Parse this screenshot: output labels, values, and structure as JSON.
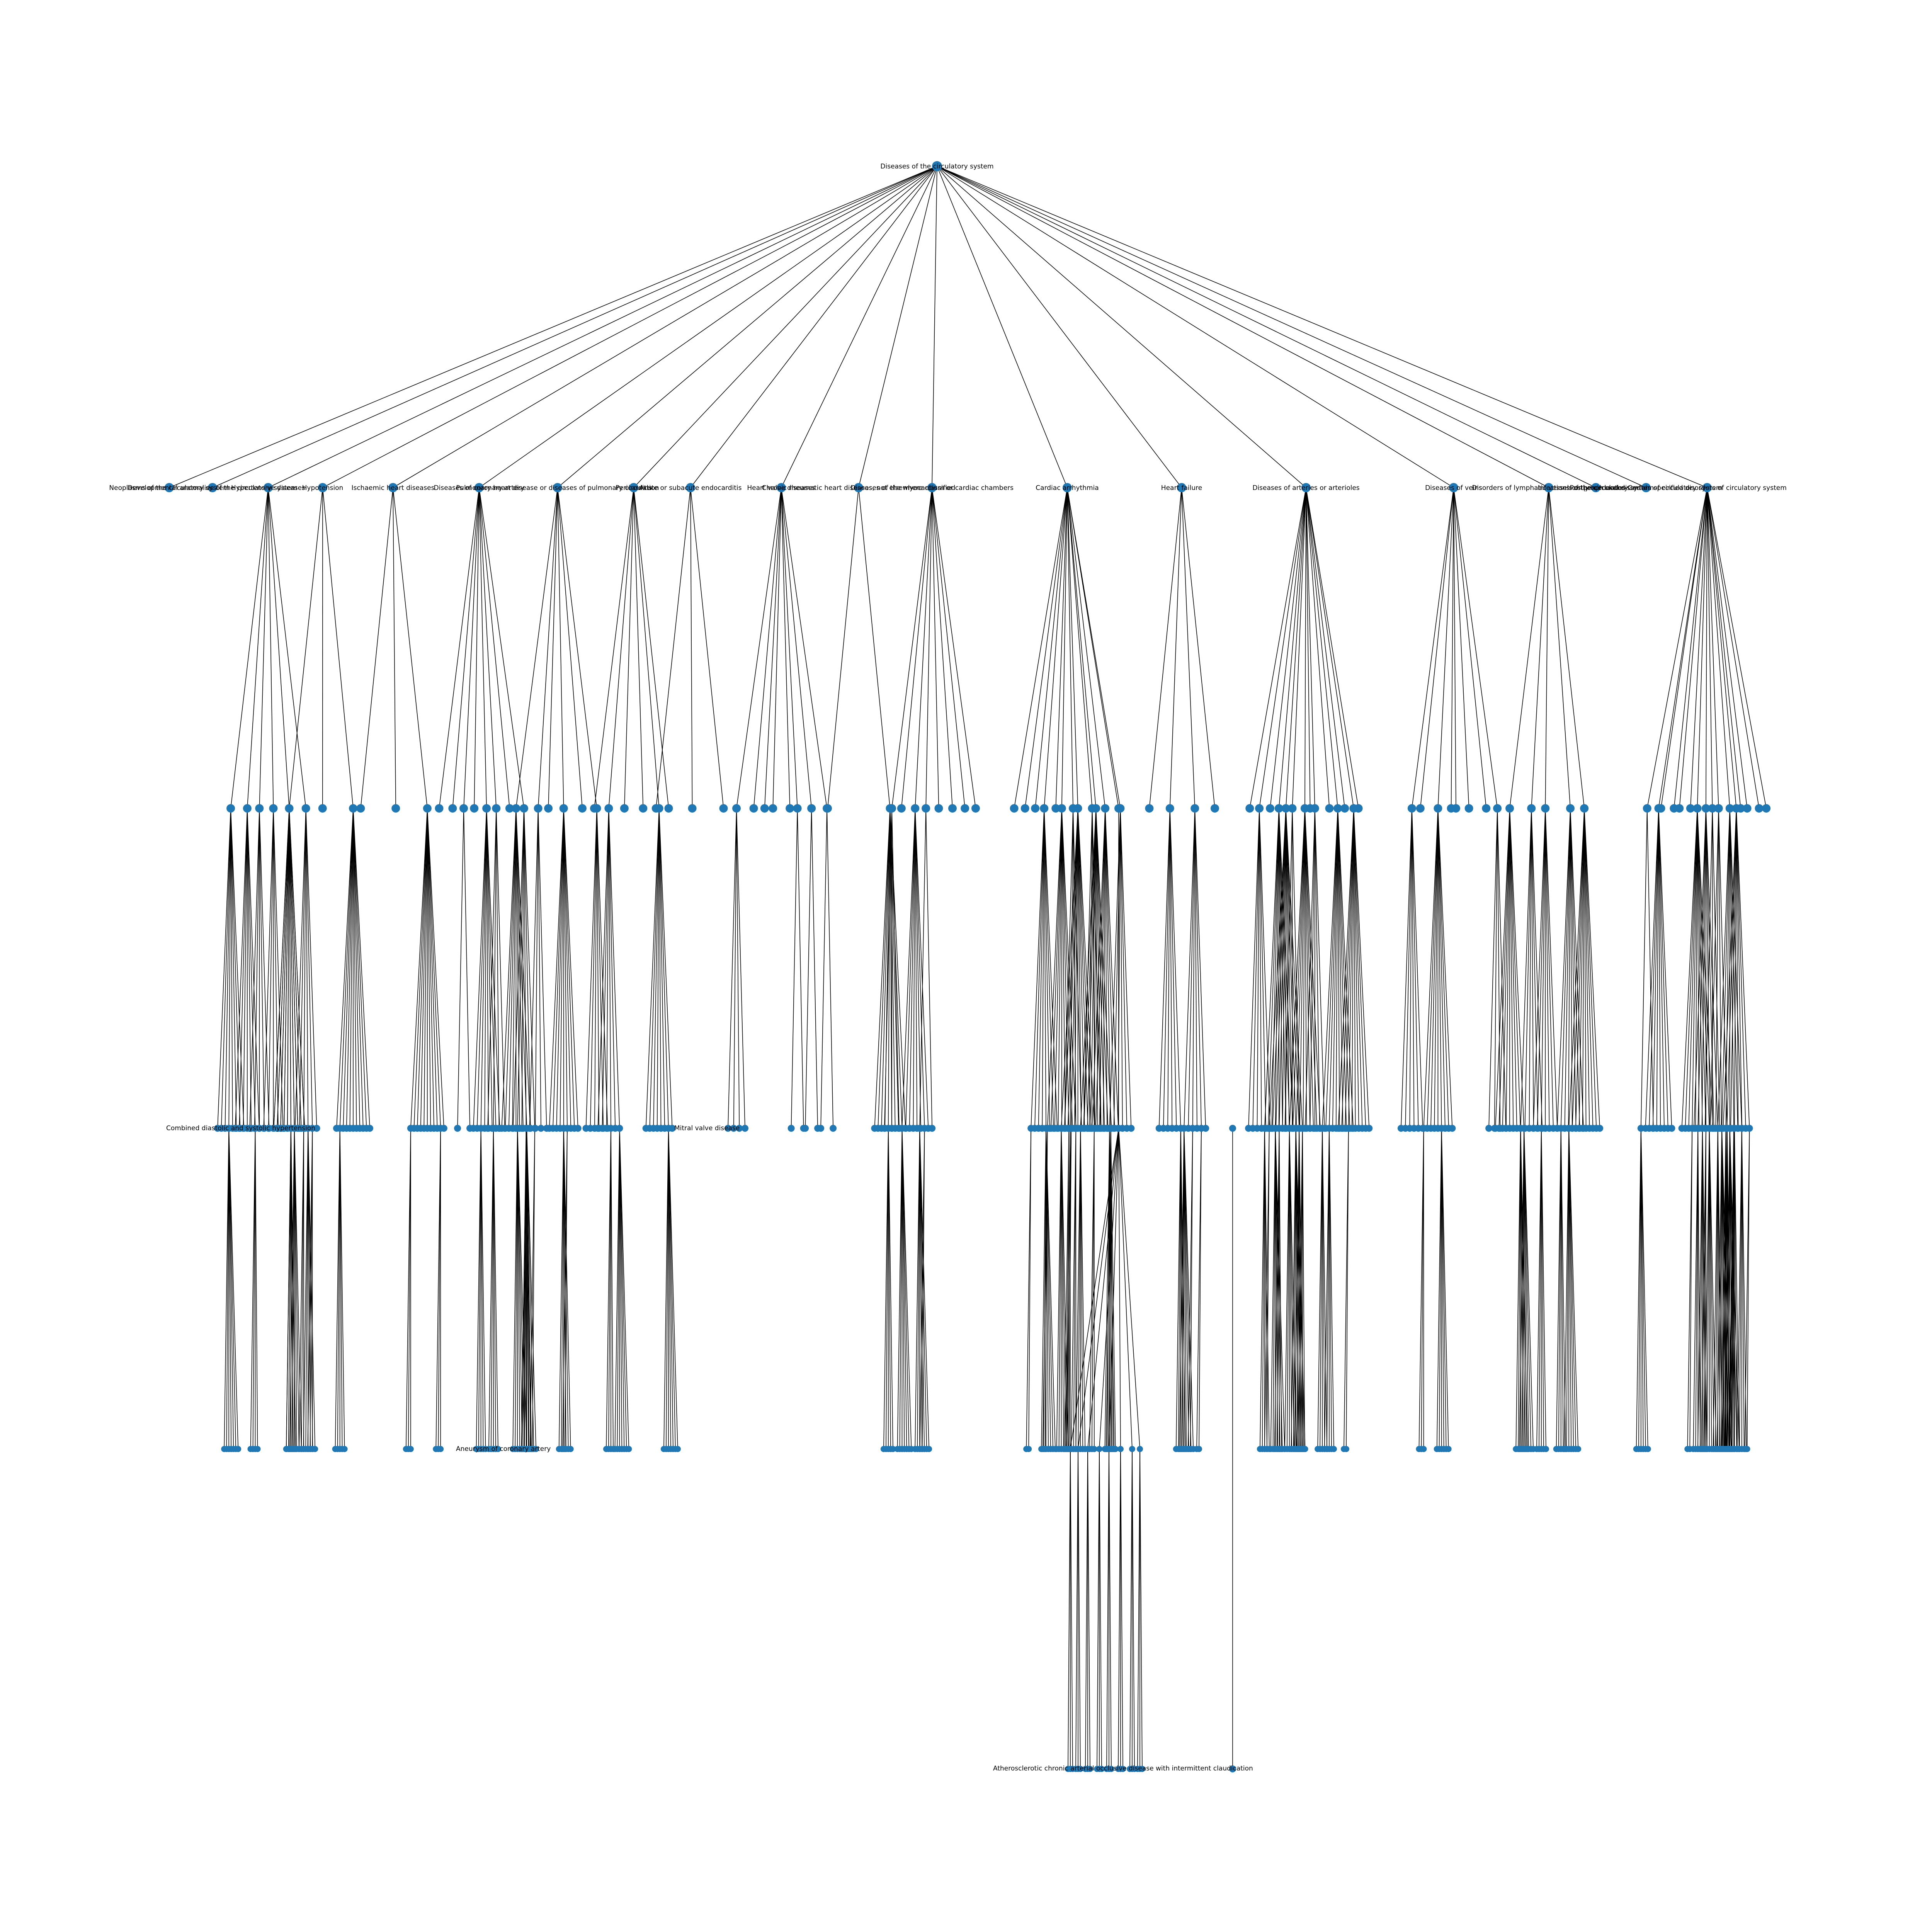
{
  "diagram": {
    "type": "tree",
    "root": {
      "label": "Diseases of the circulatory system",
      "children": [
        {
          "label": "Neoplasms of the circulatory system",
          "child_count": 0
        },
        {
          "label": "Developmental anomalies of the circulatory system",
          "child_count": 0
        },
        {
          "label": "Hypertensive diseases",
          "child_count": 6
        },
        {
          "label": "Hypotension",
          "child_count": 3
        },
        {
          "label": "Ischaemic heart diseases",
          "child_count": 3
        },
        {
          "label": "Diseases of coronary artery",
          "child_count": 8
        },
        {
          "label": "Pulmonary heart disease or diseases of pulmonary circulation",
          "child_count": 6
        },
        {
          "label": "Pericarditis",
          "child_count": 6
        },
        {
          "label": "Acute or subacute endocarditis",
          "child_count": 3
        },
        {
          "label": "Heart valve diseases",
          "child_count": 8
        },
        {
          "label": "Chronic rheumatic heart diseases, not elsewhere classified",
          "child_count": 2
        },
        {
          "label": "Diseases of the myocardium or cardiac chambers",
          "child_count": 8
        },
        {
          "label": "Cardiac arrhythmia",
          "child_count": 12
        },
        {
          "label": "Heart failure",
          "child_count": 4
        },
        {
          "label": "Diseases of arteries or arterioles",
          "child_count": 14
        },
        {
          "label": "Diseases of veins",
          "child_count": 8
        },
        {
          "label": "Disorders of lymphatic vessels or lymph nodes",
          "child_count": 5
        },
        {
          "label": "Infections of the circulatory system",
          "child_count": 0
        },
        {
          "label": "Postprocedural disorders of circulatory system",
          "child_count": 0
        },
        {
          "label": "Certain specified disorders of circulatory system",
          "child_count": 16
        }
      ]
    },
    "visible_labels": [
      "Combined diastolic and systolic hypertension",
      "Aneurysm of coronary artery",
      "Mitral valve disease",
      "Atherosclerotic chronic arterial occlusive disease with intermittent claudication"
    ]
  },
  "colors": {
    "node": "#1f77b4",
    "edge": "#000000",
    "background": "#ffffff"
  }
}
